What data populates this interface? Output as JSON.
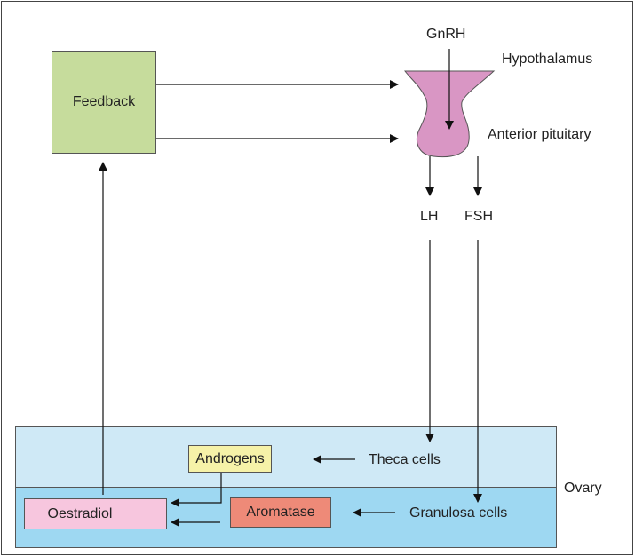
{
  "nodes": {
    "gnrh": "GnRH",
    "hypothalamus": "Hypothalamus",
    "anterior_pituitary": "Anterior pituitary",
    "feedback": "Feedback",
    "lh": "LH",
    "fsh": "FSH",
    "androgens": "Androgens",
    "theca_cells": "Theca cells",
    "ovary": "Ovary",
    "oestradiol": "Oestradiol",
    "aromatase": "Aromatase",
    "granulosa_cells": "Granulosa cells"
  },
  "colors": {
    "feedback_box": "#c6dc9c",
    "pituitary": "#d996c4",
    "androgens_box": "#f6f2a8",
    "oestradiol_box": "#f7c6de",
    "aromatase_box": "#ee8a78",
    "theca_zone": "#cfe9f6",
    "granulosa_zone": "#9ed8f2"
  }
}
